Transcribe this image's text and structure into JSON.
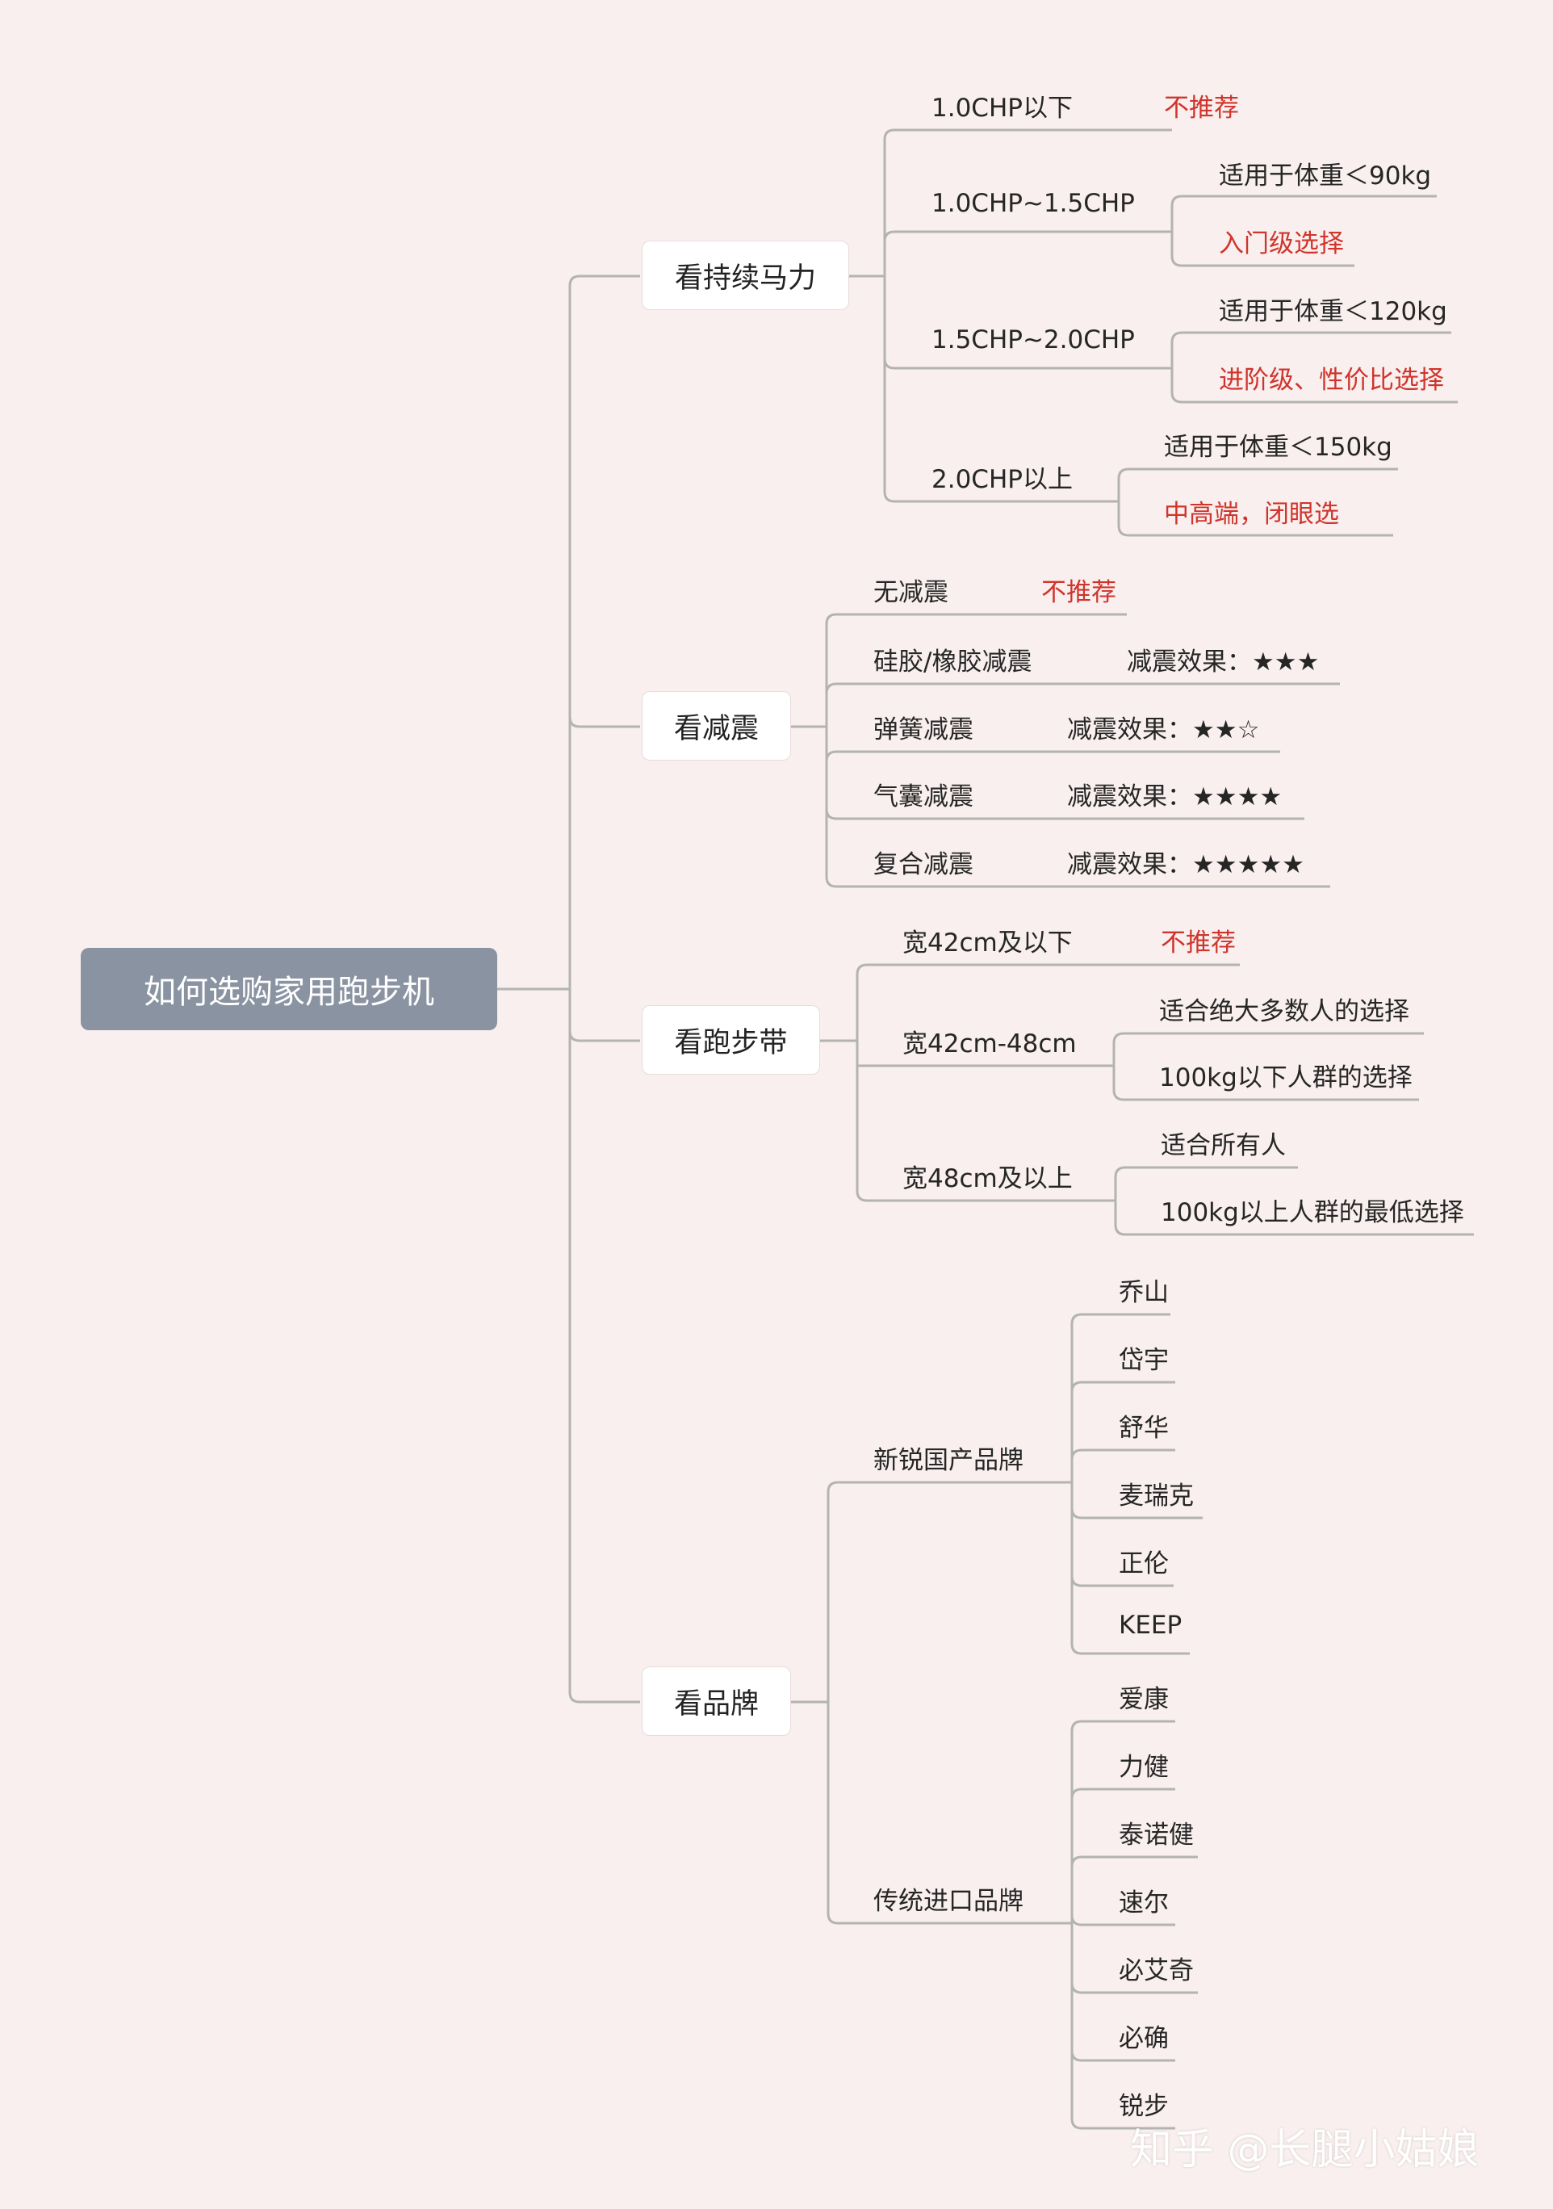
{
  "root": {
    "label": "如何选购家用跑步机"
  },
  "horsepower": {
    "label": "看持续马力",
    "items": [
      {
        "label": "1.0CHP以下",
        "note": "不推荐"
      },
      {
        "label": "1.0CHP~1.5CHP",
        "details": [
          "适用于体重＜90kg",
          "入门级选择"
        ]
      },
      {
        "label": "1.5CHP~2.0CHP",
        "details": [
          "适用于体重＜120kg",
          "进阶级、性价比选择"
        ]
      },
      {
        "label": "2.0CHP以上",
        "details": [
          "适用于体重＜150kg",
          "中高端，闭眼选"
        ]
      }
    ]
  },
  "shock": {
    "label": "看减震",
    "items": [
      {
        "label": "无减震",
        "note": "不推荐"
      },
      {
        "label": "硅胶/橡胶减震",
        "rating": "减震效果：★★★"
      },
      {
        "label": "弹簧减震",
        "rating": "减震效果：★★☆"
      },
      {
        "label": "气囊减震",
        "rating": "减震效果：★★★★"
      },
      {
        "label": "复合减震",
        "rating": "减震效果：★★★★★"
      }
    ]
  },
  "belt": {
    "label": "看跑步带",
    "items": [
      {
        "label": "宽42cm及以下",
        "note": "不推荐"
      },
      {
        "label": "宽42cm-48cm",
        "details": [
          "适合绝大多数人的选择",
          "100kg以下人群的选择"
        ]
      },
      {
        "label": "宽48cm及以上",
        "details": [
          "适合所有人",
          "100kg以上人群的最低选择"
        ]
      }
    ]
  },
  "brand": {
    "label": "看品牌",
    "domestic": {
      "label": "新锐国产品牌",
      "items": [
        "乔山",
        "岱宇",
        "舒华",
        "麦瑞克",
        "正伦",
        "KEEP"
      ]
    },
    "imported": {
      "label": "传统进口品牌",
      "items": [
        "爱康",
        "力健",
        "泰诺健",
        "速尔",
        "必艾奇",
        "必确",
        "锐步"
      ]
    }
  },
  "watermark": "知乎 @长腿小姑娘",
  "colors": {
    "background": "#f8efee",
    "root": "#8a93a1",
    "line": "#b3b3b3",
    "red": "#d0342c"
  }
}
